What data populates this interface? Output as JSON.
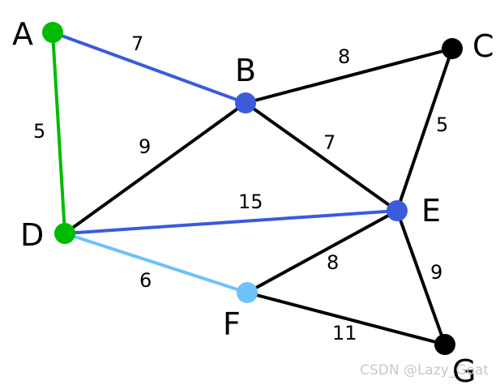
{
  "graph": {
    "nodes": [
      {
        "id": "A",
        "label": "A",
        "color": "#00bb00"
      },
      {
        "id": "B",
        "label": "B",
        "color": "#3b5bdb"
      },
      {
        "id": "C",
        "label": "C",
        "color": "#000000"
      },
      {
        "id": "D",
        "label": "D",
        "color": "#00bb00"
      },
      {
        "id": "E",
        "label": "E",
        "color": "#3b5bdb"
      },
      {
        "id": "F",
        "label": "F",
        "color": "#6ec1fa"
      },
      {
        "id": "G",
        "label": "G",
        "color": "#000000"
      }
    ],
    "edges": [
      {
        "from": "A",
        "to": "B",
        "weight": "7",
        "color": "#3b5bdb"
      },
      {
        "from": "A",
        "to": "D",
        "weight": "5",
        "color": "#00bb00"
      },
      {
        "from": "B",
        "to": "C",
        "weight": "8",
        "color": "#000000"
      },
      {
        "from": "B",
        "to": "D",
        "weight": "9",
        "color": "#000000"
      },
      {
        "from": "B",
        "to": "E",
        "weight": "7",
        "color": "#000000"
      },
      {
        "from": "C",
        "to": "E",
        "weight": "5",
        "color": "#000000"
      },
      {
        "from": "D",
        "to": "E",
        "weight": "15",
        "color": "#3b5bdb"
      },
      {
        "from": "D",
        "to": "F",
        "weight": "6",
        "color": "#6ec1fa"
      },
      {
        "from": "E",
        "to": "F",
        "weight": "8",
        "color": "#000000"
      },
      {
        "from": "E",
        "to": "G",
        "weight": "9",
        "color": "#000000"
      },
      {
        "from": "F",
        "to": "G",
        "weight": "11",
        "color": "#000000"
      }
    ]
  },
  "watermark": "CSDN @Lazy_Goat"
}
